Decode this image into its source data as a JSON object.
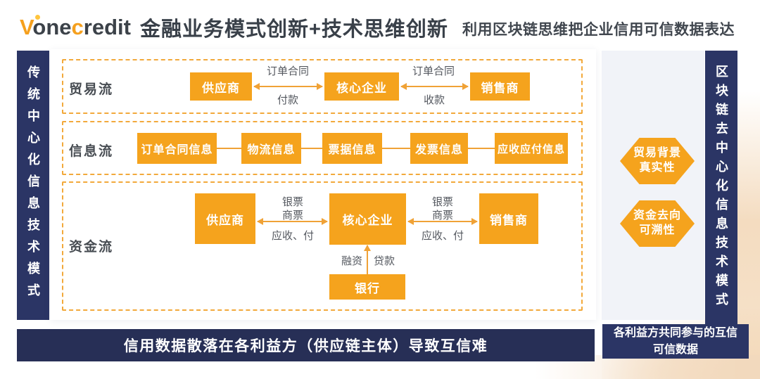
{
  "header": {
    "logo": {
      "part1": "V",
      "part2": "one",
      "part3": "c",
      "part4": "redit"
    },
    "title": "金融业务模式创新+技术思维创新",
    "subtitle": "利用区块链思维把企业信用可信数据表达"
  },
  "sidebars": {
    "left": "传统中心化信息技术模式",
    "right": "区块链去中心化信息技术模式"
  },
  "flows": {
    "trade": {
      "label": "贸易流",
      "boxes": [
        "供应商",
        "核心企业",
        "销售商"
      ],
      "arrows": [
        {
          "top": "订单合同",
          "bottom": "付款"
        },
        {
          "top": "订单合同",
          "bottom": "收款"
        }
      ]
    },
    "info": {
      "label": "信息流",
      "boxes": [
        "订单合同信息",
        "物流信息",
        "票据信息",
        "发票信息",
        "应收应付信息"
      ]
    },
    "capital": {
      "label": "资金流",
      "boxes": [
        "供应商",
        "核心企业",
        "销售商"
      ],
      "bank": "银行",
      "arrows": [
        {
          "top1": "银票",
          "top2": "商票",
          "bottom": "应收、付"
        },
        {
          "top1": "银票",
          "top2": "商票",
          "bottom": "应收、付"
        }
      ],
      "bank_labels": {
        "left": "融资",
        "right": "贷款"
      }
    }
  },
  "hexagons": [
    {
      "line1": "贸易背景",
      "line2": "真实性"
    },
    {
      "line1": "资金去向",
      "line2": "可溯性"
    }
  ],
  "footers": {
    "main": "信用数据散落在各利益方（供应链主体）导致互信难",
    "right": "各利益方共同参与的互信可信数据"
  },
  "colors": {
    "accent_orange": "#F5A31D",
    "navy": "#2B3565",
    "dashed_border": "#F2A93B",
    "hex_panel_bg": "#F1F3F8",
    "peach": "#F4DCC0"
  }
}
